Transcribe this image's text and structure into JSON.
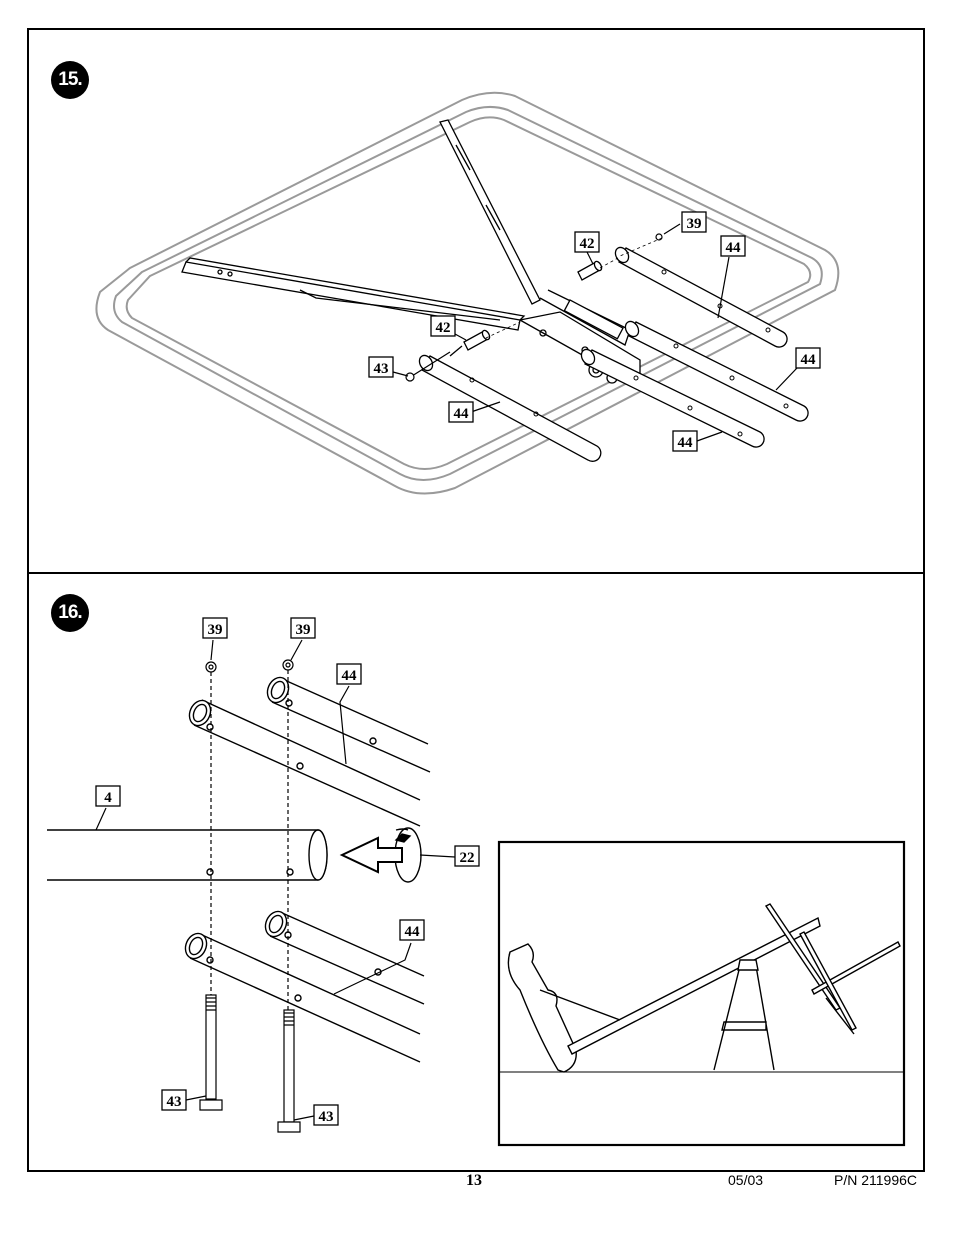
{
  "steps": {
    "s15": "15.",
    "s16": "16."
  },
  "callouts15": {
    "c39": "39",
    "c42a": "42",
    "c42b": "42",
    "c43": "43",
    "c44a": "44",
    "c44b": "44",
    "c44c": "44",
    "c44d": "44"
  },
  "callouts16": {
    "c39a": "39",
    "c39b": "39",
    "c44a": "44",
    "c44b": "44",
    "c4": "4",
    "c22": "22",
    "c43a": "43",
    "c43b": "43"
  },
  "footer": {
    "page": "13",
    "date": "05/03",
    "part_number": "P/N 211996C"
  }
}
